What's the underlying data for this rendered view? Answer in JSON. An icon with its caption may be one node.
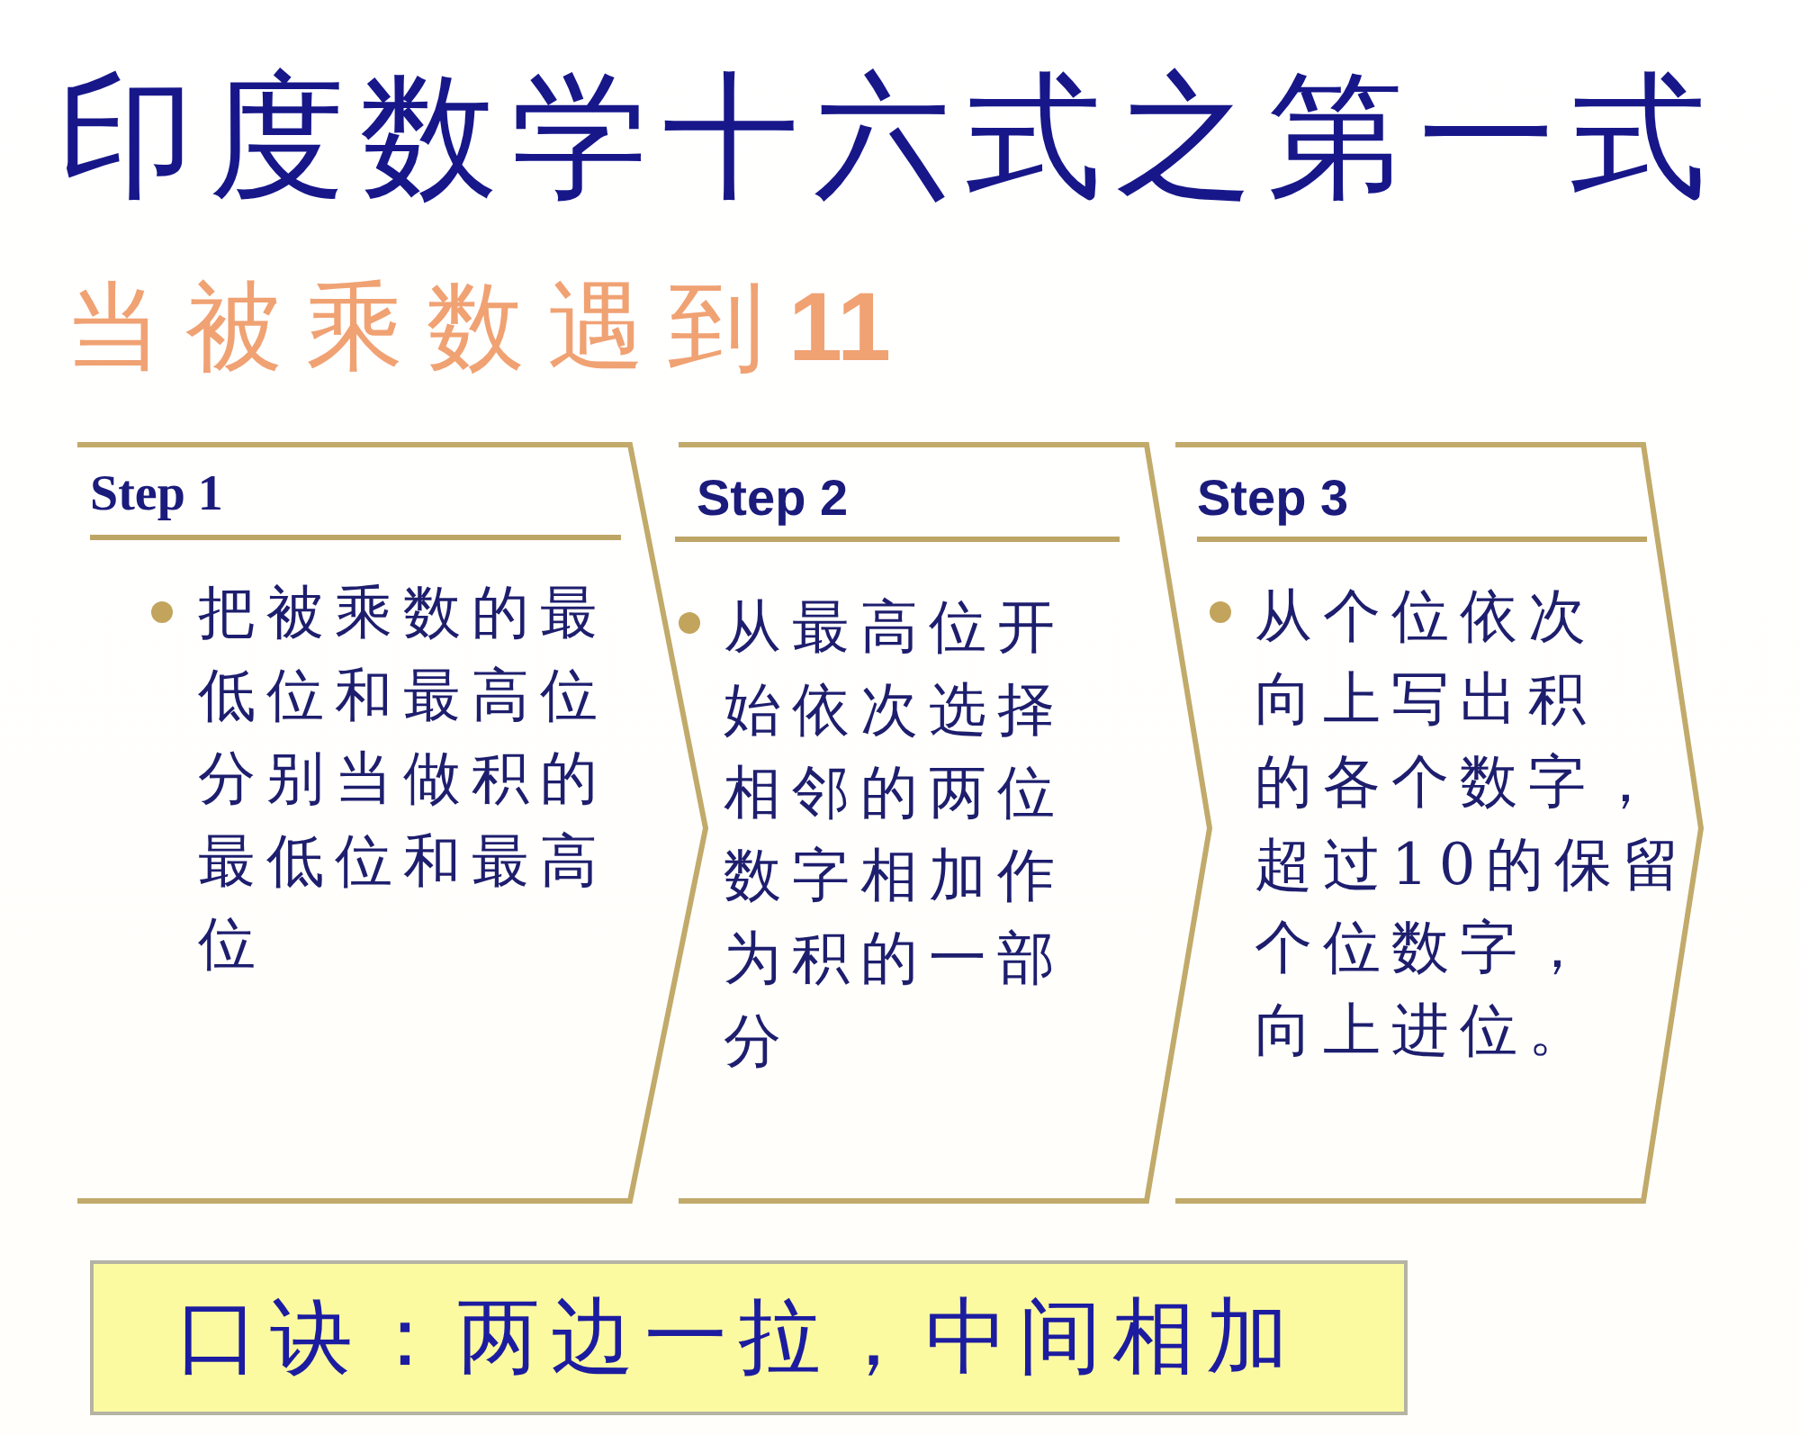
{
  "diagram": {
    "title": "印度数学十六式之第一式",
    "nodes": [
      {
        "text": [
          "Step 1",
          "把被乘数的最低位和最高位分别当做积的最低位和最高位"
        ]
      },
      {
        "text": [
          "Step 2",
          "从最高位开始依次选择相邻的两位数字相加作为积的一部分"
        ]
      },
      {
        "text": [
          "Step 3",
          "从个位依次向上写出积的各个数字，超过10的保留个位数字，向上进位。"
        ]
      },
      {
        "text": [
          "口诀：两边一拉，中间相加"
        ]
      }
    ],
    "labels": [
      "当被乘数遇到**11**"
    ]
  }
}
